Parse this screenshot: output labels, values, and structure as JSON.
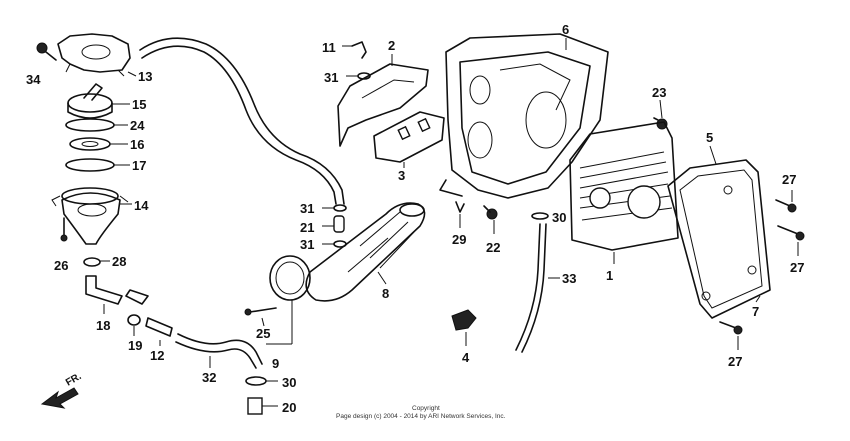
{
  "callouts": {
    "c1": "1",
    "c2": "2",
    "c3": "3",
    "c4": "4",
    "c5": "5",
    "c6": "6",
    "c7": "7",
    "c8": "8",
    "c9": "9",
    "c11": "11",
    "c12": "12",
    "c13": "13",
    "c14": "14",
    "c15": "15",
    "c16": "16",
    "c17": "17",
    "c18": "18",
    "c19": "19",
    "c20": "20",
    "c21": "21",
    "c22": "22",
    "c23": "23",
    "c24": "24",
    "c25": "25",
    "c26": "26",
    "c27a": "27",
    "c27b": "27",
    "c27c": "27",
    "c28": "28",
    "c29": "29",
    "c30a": "30",
    "c30b": "30",
    "c31a": "31",
    "c31b": "31",
    "c31c": "31",
    "c32": "32",
    "c33": "33",
    "c34": "34"
  },
  "front_label": "FR.",
  "copyright": {
    "line1": "Copyright",
    "line2": "Page design (c) 2004 - 2014 by ARI Network Services, Inc."
  }
}
